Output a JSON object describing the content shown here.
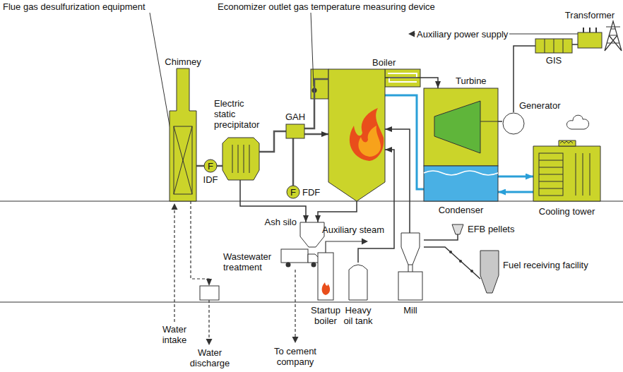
{
  "diagram": {
    "nodes": [
      {
        "text": [
          "Chimney"
        ]
      },
      {
        "text": [
          "Electric static precipitator"
        ]
      },
      {
        "text": [
          "GAH"
        ]
      },
      {
        "text": [
          "Boiler"
        ]
      },
      {
        "text": [
          "Turbine"
        ]
      },
      {
        "text": [
          "Generator"
        ]
      },
      {
        "text": [
          "Transformer"
        ]
      },
      {
        "text": [
          "GIS"
        ]
      },
      {
        "text": [
          "Condenser"
        ]
      },
      {
        "text": [
          "Cooling tower"
        ]
      },
      {
        "text": [
          "F",
          "IDF"
        ]
      },
      {
        "text": [
          "F",
          "FDF"
        ]
      },
      {
        "text": [
          "Ash silo"
        ]
      },
      {
        "text": [
          "Wastewater treatment"
        ]
      },
      {
        "text": [
          "Startup boiler"
        ]
      },
      {
        "text": [
          "Heavy oil tank"
        ]
      },
      {
        "text": [
          "Mill"
        ]
      },
      {
        "text": [
          "EFB pellets"
        ]
      },
      {
        "text": [
          "Fuel receiving facility"
        ]
      }
    ],
    "edges": [
      {
        "from": 3,
        "to": 4,
        "arrow": "to"
      },
      {
        "from": 8,
        "to": 3,
        "arrow": "none"
      },
      {
        "from": 4,
        "to": 5,
        "arrow": "none"
      },
      {
        "from": 5,
        "to": 7,
        "arrow": "none"
      },
      {
        "from": 7,
        "to": 6,
        "arrow": "none"
      },
      {
        "from": 8,
        "to": 9,
        "arrow": "to"
      },
      {
        "from": 9,
        "to": 8,
        "arrow": "to"
      },
      {
        "from": 3,
        "to": 2,
        "arrow": "none"
      },
      {
        "from": 2,
        "to": 1,
        "arrow": "none"
      },
      {
        "from": 1,
        "to": 10,
        "arrow": "none"
      },
      {
        "from": 10,
        "to": 0,
        "arrow": "none"
      },
      {
        "from": 11,
        "to": 2,
        "arrow": "none"
      },
      {
        "from": 2,
        "to": 3,
        "arrow": "to"
      },
      {
        "from": 1,
        "to": 12,
        "arrow": "to"
      },
      {
        "from": 3,
        "to": 12,
        "arrow": "to"
      },
      {
        "from": 0,
        "to": 13,
        "arrow": "to"
      },
      {
        "from": 16,
        "to": 3,
        "arrow": "to"
      },
      {
        "from": 15,
        "to": 3,
        "arrow": "to"
      },
      {
        "from": 18,
        "to": 16,
        "arrow": "none"
      },
      {
        "from": 17,
        "to": 16,
        "arrow": "none"
      }
    ],
    "labels": [
      "Flue gas desulfurization equipment",
      "Economizer outlet gas temperature measuring device",
      "Auxiliary power supply",
      "Auxiliary steam",
      "Water intake",
      "Water discharge",
      "To cement company"
    ]
  }
}
